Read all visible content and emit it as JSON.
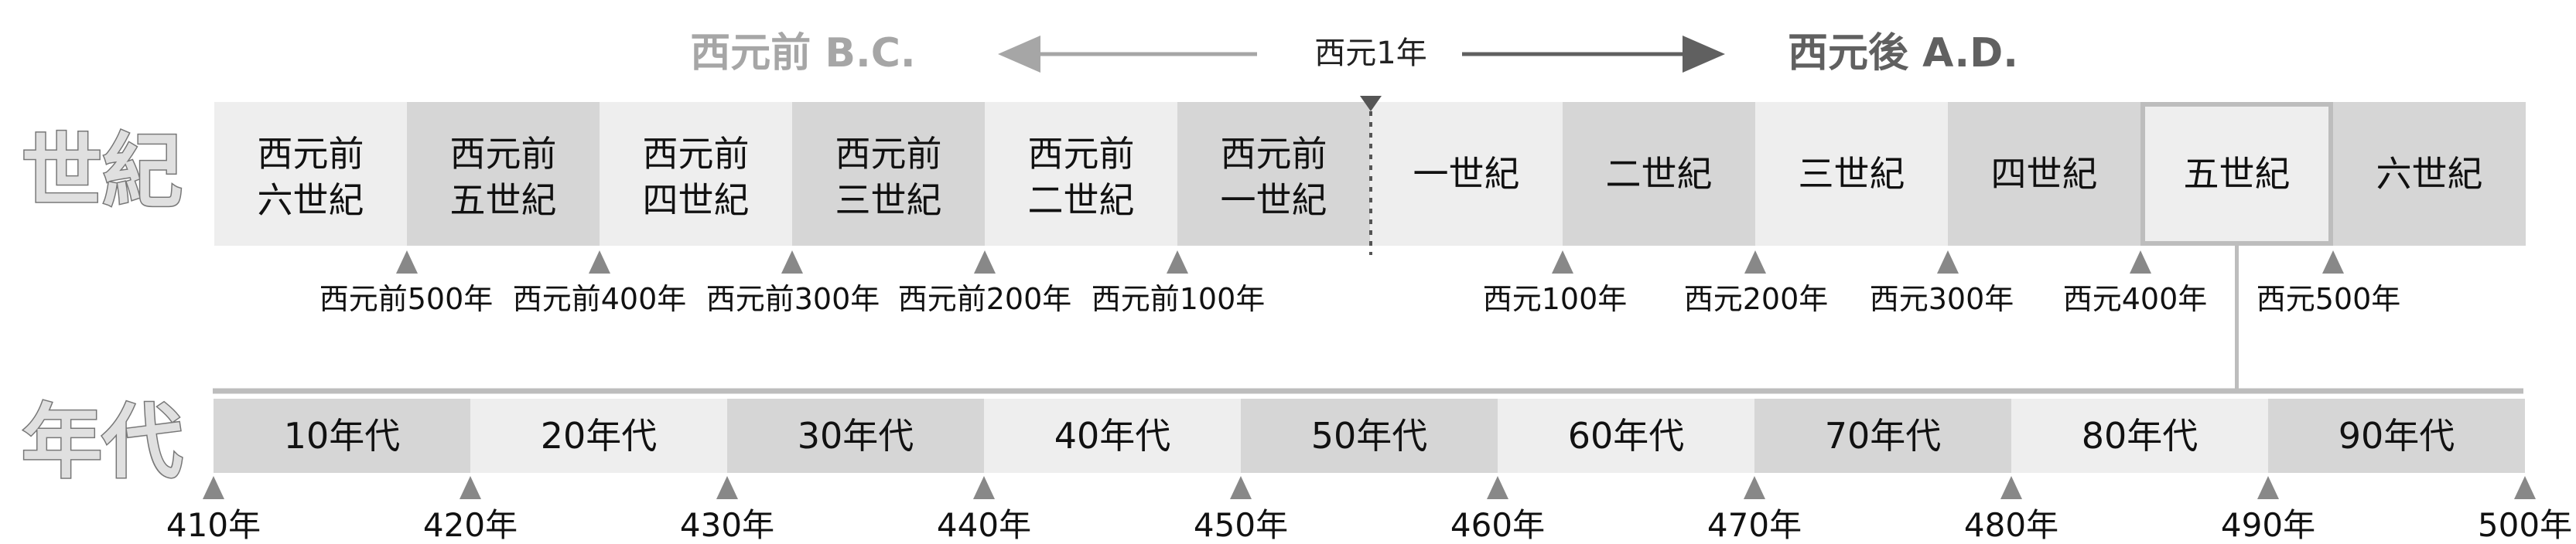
{
  "header": {
    "bc_label": "西元前 B.C.",
    "year_one_label": "西元1年",
    "ad_label": "西元後 A.D."
  },
  "centuries": {
    "row_label": "世紀",
    "cells": [
      {
        "line1": "西元前",
        "line2": "六世紀"
      },
      {
        "line1": "西元前",
        "line2": "五世紀"
      },
      {
        "line1": "西元前",
        "line2": "四世紀"
      },
      {
        "line1": "西元前",
        "line2": "三世紀"
      },
      {
        "line1": "西元前",
        "line2": "二世紀"
      },
      {
        "line1": "西元前",
        "line2": "一世紀"
      },
      {
        "line1": "一世紀",
        "line2": ""
      },
      {
        "line1": "二世紀",
        "line2": ""
      },
      {
        "line1": "三世紀",
        "line2": ""
      },
      {
        "line1": "四世紀",
        "line2": ""
      },
      {
        "line1": "五世紀",
        "line2": ""
      },
      {
        "line1": "六世紀",
        "line2": ""
      }
    ],
    "highlighted_index": 10,
    "boundary_labels": [
      "西元前500年",
      "西元前400年",
      "西元前300年",
      "西元前200年",
      "西元前100年",
      "西元100年",
      "西元200年",
      "西元300年",
      "西元400年",
      "西元500年"
    ]
  },
  "decades": {
    "row_label": "年代",
    "cells": [
      "10年代",
      "20年代",
      "30年代",
      "40年代",
      "50年代",
      "60年代",
      "70年代",
      "80年代",
      "90年代"
    ],
    "tick_labels": [
      "410年",
      "420年",
      "430年",
      "440年",
      "450年",
      "460年",
      "470年",
      "480年",
      "490年",
      "500年"
    ]
  },
  "colors": {
    "cell_light": "#eeeeee",
    "cell_dark": "#d6d6d6",
    "bc_text": "#a6a6a6",
    "ad_text": "#606060",
    "line": "#bdbdbd",
    "tick": "#888888",
    "row_label": "#e0e0e0"
  }
}
